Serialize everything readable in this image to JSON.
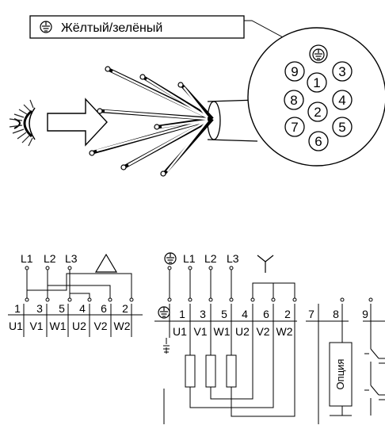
{
  "legend": {
    "earth_label": "Жёлтый/зелёный",
    "earth_icon": "earth-ground-icon"
  },
  "connector": {
    "pins": [
      "9",
      "1",
      "3",
      "8",
      "4",
      "2",
      "7",
      "5",
      "6"
    ]
  },
  "delta": {
    "lines": [
      "L1",
      "L2",
      "L3"
    ],
    "symbol": "triangle-icon",
    "terminal_numbers": [
      "1",
      "3",
      "5",
      "4",
      "6",
      "2"
    ],
    "terminal_names": [
      "U1",
      "V1",
      "W1",
      "U2",
      "V2",
      "W2"
    ]
  },
  "star": {
    "lines": [
      "L1",
      "L2",
      "L3"
    ],
    "symbol": "y-icon",
    "terminal_numbers": [
      "1",
      "3",
      "5",
      "4",
      "6",
      "2"
    ],
    "terminal_names": [
      "U1",
      "V1",
      "W1",
      "U2",
      "V2",
      "W2"
    ]
  },
  "extra_terminals": [
    "7",
    "8",
    "9"
  ],
  "option_label": "Опция",
  "colors": {
    "line": "#000000",
    "background": "#ffffff",
    "hatch": "#222222"
  }
}
